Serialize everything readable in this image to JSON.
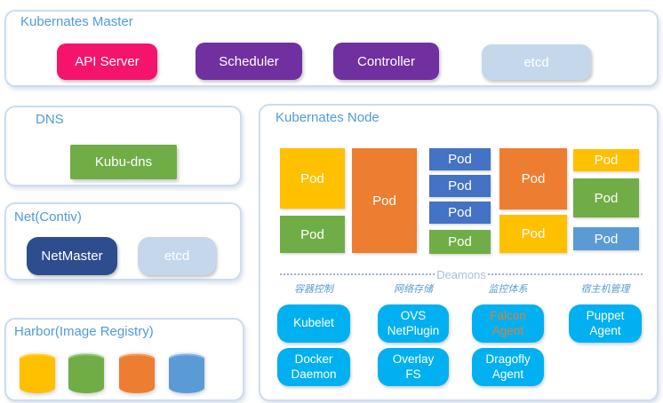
{
  "colors": {
    "panel_border": "#CBDCF0",
    "section_title": "#4E9CD7",
    "api_server_pink": "#F5146B",
    "purple": "#7030A0",
    "etcd_light_blue": "#C5D7EB",
    "green": "#70AD47",
    "netmaster_dark_blue": "#2E4D8F",
    "pod_yellow": "#FFC000",
    "pod_orange": "#ED7D31",
    "pod_blue": "#4472C4",
    "pod_light_blue": "#5B9BD5",
    "daemon_cyan": "#00B0F0",
    "falcon_text_orange": "#E0813C",
    "deamons_label": "#ABBEDB"
  },
  "master": {
    "title": "Kubernates Master",
    "boxes": [
      {
        "label": "API Server",
        "color": "pink"
      },
      {
        "label": "Scheduler",
        "color": "purple"
      },
      {
        "label": "Controller",
        "color": "purple"
      },
      {
        "label": "etcd",
        "color": "etcd-blue"
      }
    ]
  },
  "dns": {
    "title": "DNS",
    "box": {
      "label": "Kubu-dns",
      "color": "green"
    }
  },
  "net": {
    "title": "Net(Contiv)",
    "boxes": [
      {
        "label": "NetMaster",
        "color": "dark-blue"
      },
      {
        "label": "etcd",
        "color": "etcd-blue"
      }
    ]
  },
  "harbor": {
    "title": "Harbor(Image Registry)",
    "cylinders": [
      {
        "color": "yellow"
      },
      {
        "color": "green"
      },
      {
        "color": "orange"
      },
      {
        "color": "light-blue"
      }
    ]
  },
  "node": {
    "title": "Kubernates Node",
    "pods": [
      {
        "label": "Pod",
        "color": "yellow"
      },
      {
        "label": "Pod",
        "color": "green"
      },
      {
        "label": "Pod",
        "color": "orange"
      },
      {
        "label": "Pod",
        "color": "blue"
      },
      {
        "label": "Pod",
        "color": "blue"
      },
      {
        "label": "Pod",
        "color": "blue"
      },
      {
        "label": "Pod",
        "color": "green"
      },
      {
        "label": "Pod",
        "color": "orange"
      },
      {
        "label": "Pod",
        "color": "yellow"
      },
      {
        "label": "Pod",
        "color": "yellow"
      },
      {
        "label": "Pod",
        "color": "green"
      },
      {
        "label": "Pod",
        "color": "light-blue"
      }
    ],
    "divider_label": "Deamons",
    "daemon_groups": [
      {
        "header": "容器控制",
        "boxes": [
          {
            "label": "Kubelet"
          },
          {
            "label": "Docker\nDaemon"
          }
        ]
      },
      {
        "header": "网络存储",
        "boxes": [
          {
            "label": "OVS\nNetPlugin"
          },
          {
            "label": "Overlay\nFS"
          }
        ]
      },
      {
        "header": "监控体系",
        "boxes": [
          {
            "label": "Falcon\nAgent",
            "text_color": "orange"
          },
          {
            "label": "Dragofly\nAgent"
          }
        ]
      },
      {
        "header": "宿主机管理",
        "boxes": [
          {
            "label": "Puppet\nAgent"
          }
        ]
      }
    ]
  }
}
